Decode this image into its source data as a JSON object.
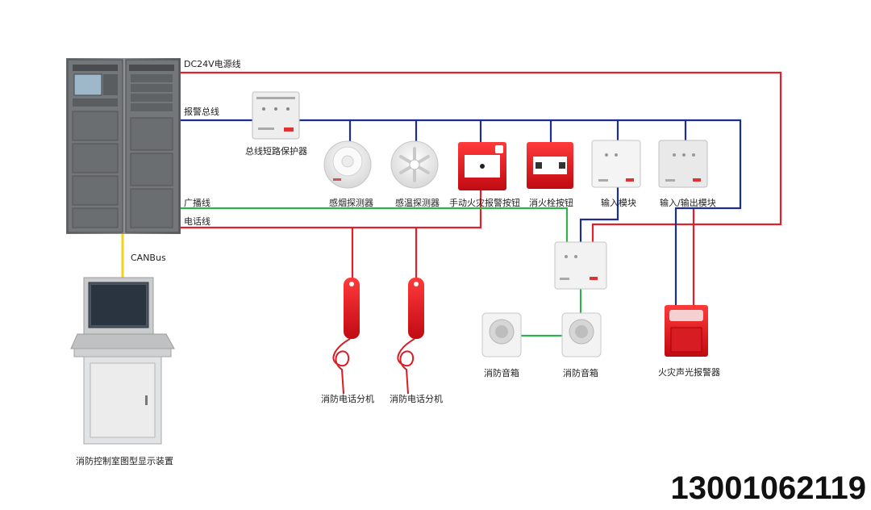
{
  "lines": {
    "dc24v": "DC24V电源线",
    "alarm_bus": "报警总线",
    "broadcast": "广播线",
    "telephone": "电话线",
    "canbus": "CANBus"
  },
  "devices": {
    "bus_protector": "总线短路保护器",
    "smoke_detector": "感烟探测器",
    "heat_detector": "感温探测器",
    "manual_alarm_button": "手动火灾报警按钮",
    "hydrant_button": "消火栓按钮",
    "input_module": "输入模块",
    "io_module": "输入/输出模块",
    "phone_ext_1": "消防电话分机",
    "phone_ext_2": "消防电话分机",
    "speaker_1": "消防音箱",
    "speaker_2": "消防音箱",
    "sound_light_alarm": "火灾声光报警器",
    "display_device": "消防控制室图型显示装置"
  },
  "colors": {
    "power": "#e0202a",
    "bus": "#1a2f8f",
    "broadcast": "#2fb24a",
    "canbus": "#f2d21b"
  },
  "contact": {
    "phone": "13001062119"
  }
}
